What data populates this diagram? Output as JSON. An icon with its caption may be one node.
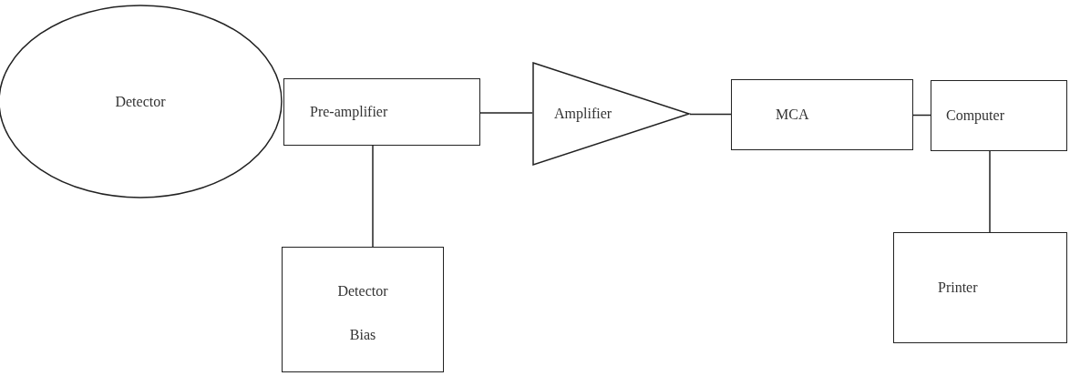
{
  "diagram": {
    "nodes": [
      {
        "text": [
          "Detector"
        ]
      },
      {
        "text": [
          "Pre-amplifier"
        ]
      },
      {
        "text": [
          "Amplifier"
        ]
      },
      {
        "text": [
          "MCA"
        ]
      },
      {
        "text": [
          "Computer"
        ]
      },
      {
        "text": [
          "Detector Bias"
        ]
      },
      {
        "text": [
          "Printer"
        ]
      }
    ],
    "edges": [
      {
        "from": 1,
        "to": 2,
        "arrow": "none"
      },
      {
        "from": 2,
        "to": 3,
        "arrow": "none"
      },
      {
        "from": 3,
        "to": 4,
        "arrow": "none"
      },
      {
        "from": 1,
        "to": 5,
        "arrow": "none"
      },
      {
        "from": 4,
        "to": 6,
        "arrow": "none"
      }
    ]
  }
}
